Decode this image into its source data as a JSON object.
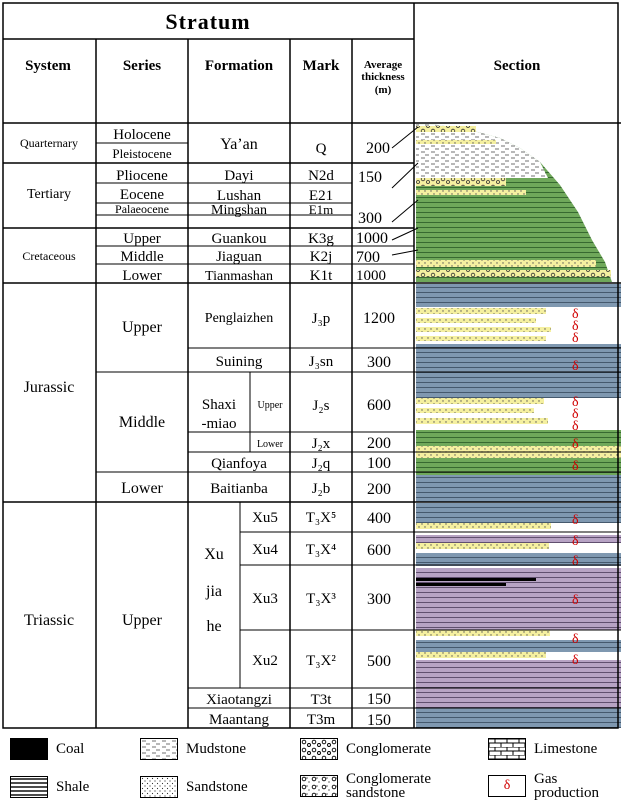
{
  "header": {
    "stratum": "Stratum",
    "system": "System",
    "series": "Series",
    "formation": "Formation",
    "mark": "Mark",
    "avg_thickness": [
      "Average",
      "thickness",
      "(m)"
    ],
    "section": "Section"
  },
  "systems": [
    "Quarternary",
    "Tertiary",
    "Cretaceous",
    "Jurassic",
    "Triassic"
  ],
  "series": [
    "Holocene",
    "Pleistocene",
    "Pliocene",
    "Eocene",
    "Palaeocene",
    "Upper",
    "Middle",
    "Lower",
    "Upper",
    "Middle",
    "Lower",
    "Upper"
  ],
  "formations": [
    "Ya’an",
    "Dayi",
    "Lushan",
    "Mingshan",
    "Guankou",
    "Jiaguan",
    "Tianmashan",
    "Penglaizhen",
    "Suining",
    "Shaxi",
    "-miao",
    "Upper",
    "Lower",
    "Qianfoya",
    "Baitianba",
    "Xu",
    "jia",
    "he",
    "Xu5",
    "Xu4",
    "Xu3",
    "Xu2",
    "Xiaotangzi",
    "Maantang"
  ],
  "marks": [
    "Q",
    "N2d",
    "E21",
    "E1m",
    "K3g",
    "K2j",
    "K1t",
    "J₃p",
    "J₃sn",
    "J₂s",
    "J₂x",
    "J₂q",
    "J₂b",
    "T₃X⁵",
    "T₃X⁴",
    "T₃X³",
    "T₃X²",
    "T3t",
    "T3m"
  ],
  "thickness": [
    "200",
    "150",
    "300",
    "1000",
    "700",
    "1000",
    "1200",
    "300",
    "600",
    "200",
    "100",
    "200",
    "400",
    "600",
    "300",
    "500",
    "150",
    "150"
  ],
  "gas_symbol": "δ",
  "legend": {
    "coal": "Coal",
    "mudstone": "Mudstone",
    "conglomerate": "Conglomerate",
    "limestone": "Limestone",
    "shale": "Shale",
    "sandstone": "Sandstone",
    "conglomerate_sandstone": [
      "Conglomerate",
      "sandstone"
    ],
    "gas_production": [
      "Gas",
      "production"
    ]
  },
  "colors": {
    "sandstone": "#f5f0a0",
    "shale_blue": "#7f98b0",
    "shale_green": "#6fa85a",
    "purple": "#b7a3c4",
    "gas": "#d00000",
    "coal": "#000000"
  }
}
